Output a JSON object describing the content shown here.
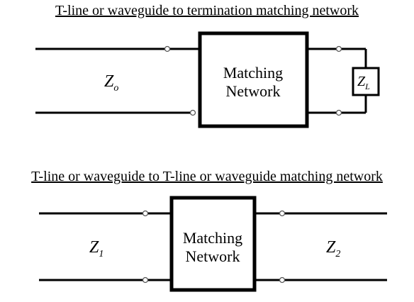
{
  "top": {
    "title": "T-line or waveguide to termination matching network",
    "line_label": "Z",
    "line_label_sub": "o",
    "box_line1": "Matching",
    "box_line2": "Network",
    "load_label": "Z",
    "load_label_sub": "L"
  },
  "bottom": {
    "title": "T-line or waveguide to T-line or waveguide matching network",
    "left_label": "Z",
    "left_label_sub": "1",
    "box_line1": "Matching",
    "box_line2": "Network",
    "right_label": "Z",
    "right_label_sub": "2"
  }
}
